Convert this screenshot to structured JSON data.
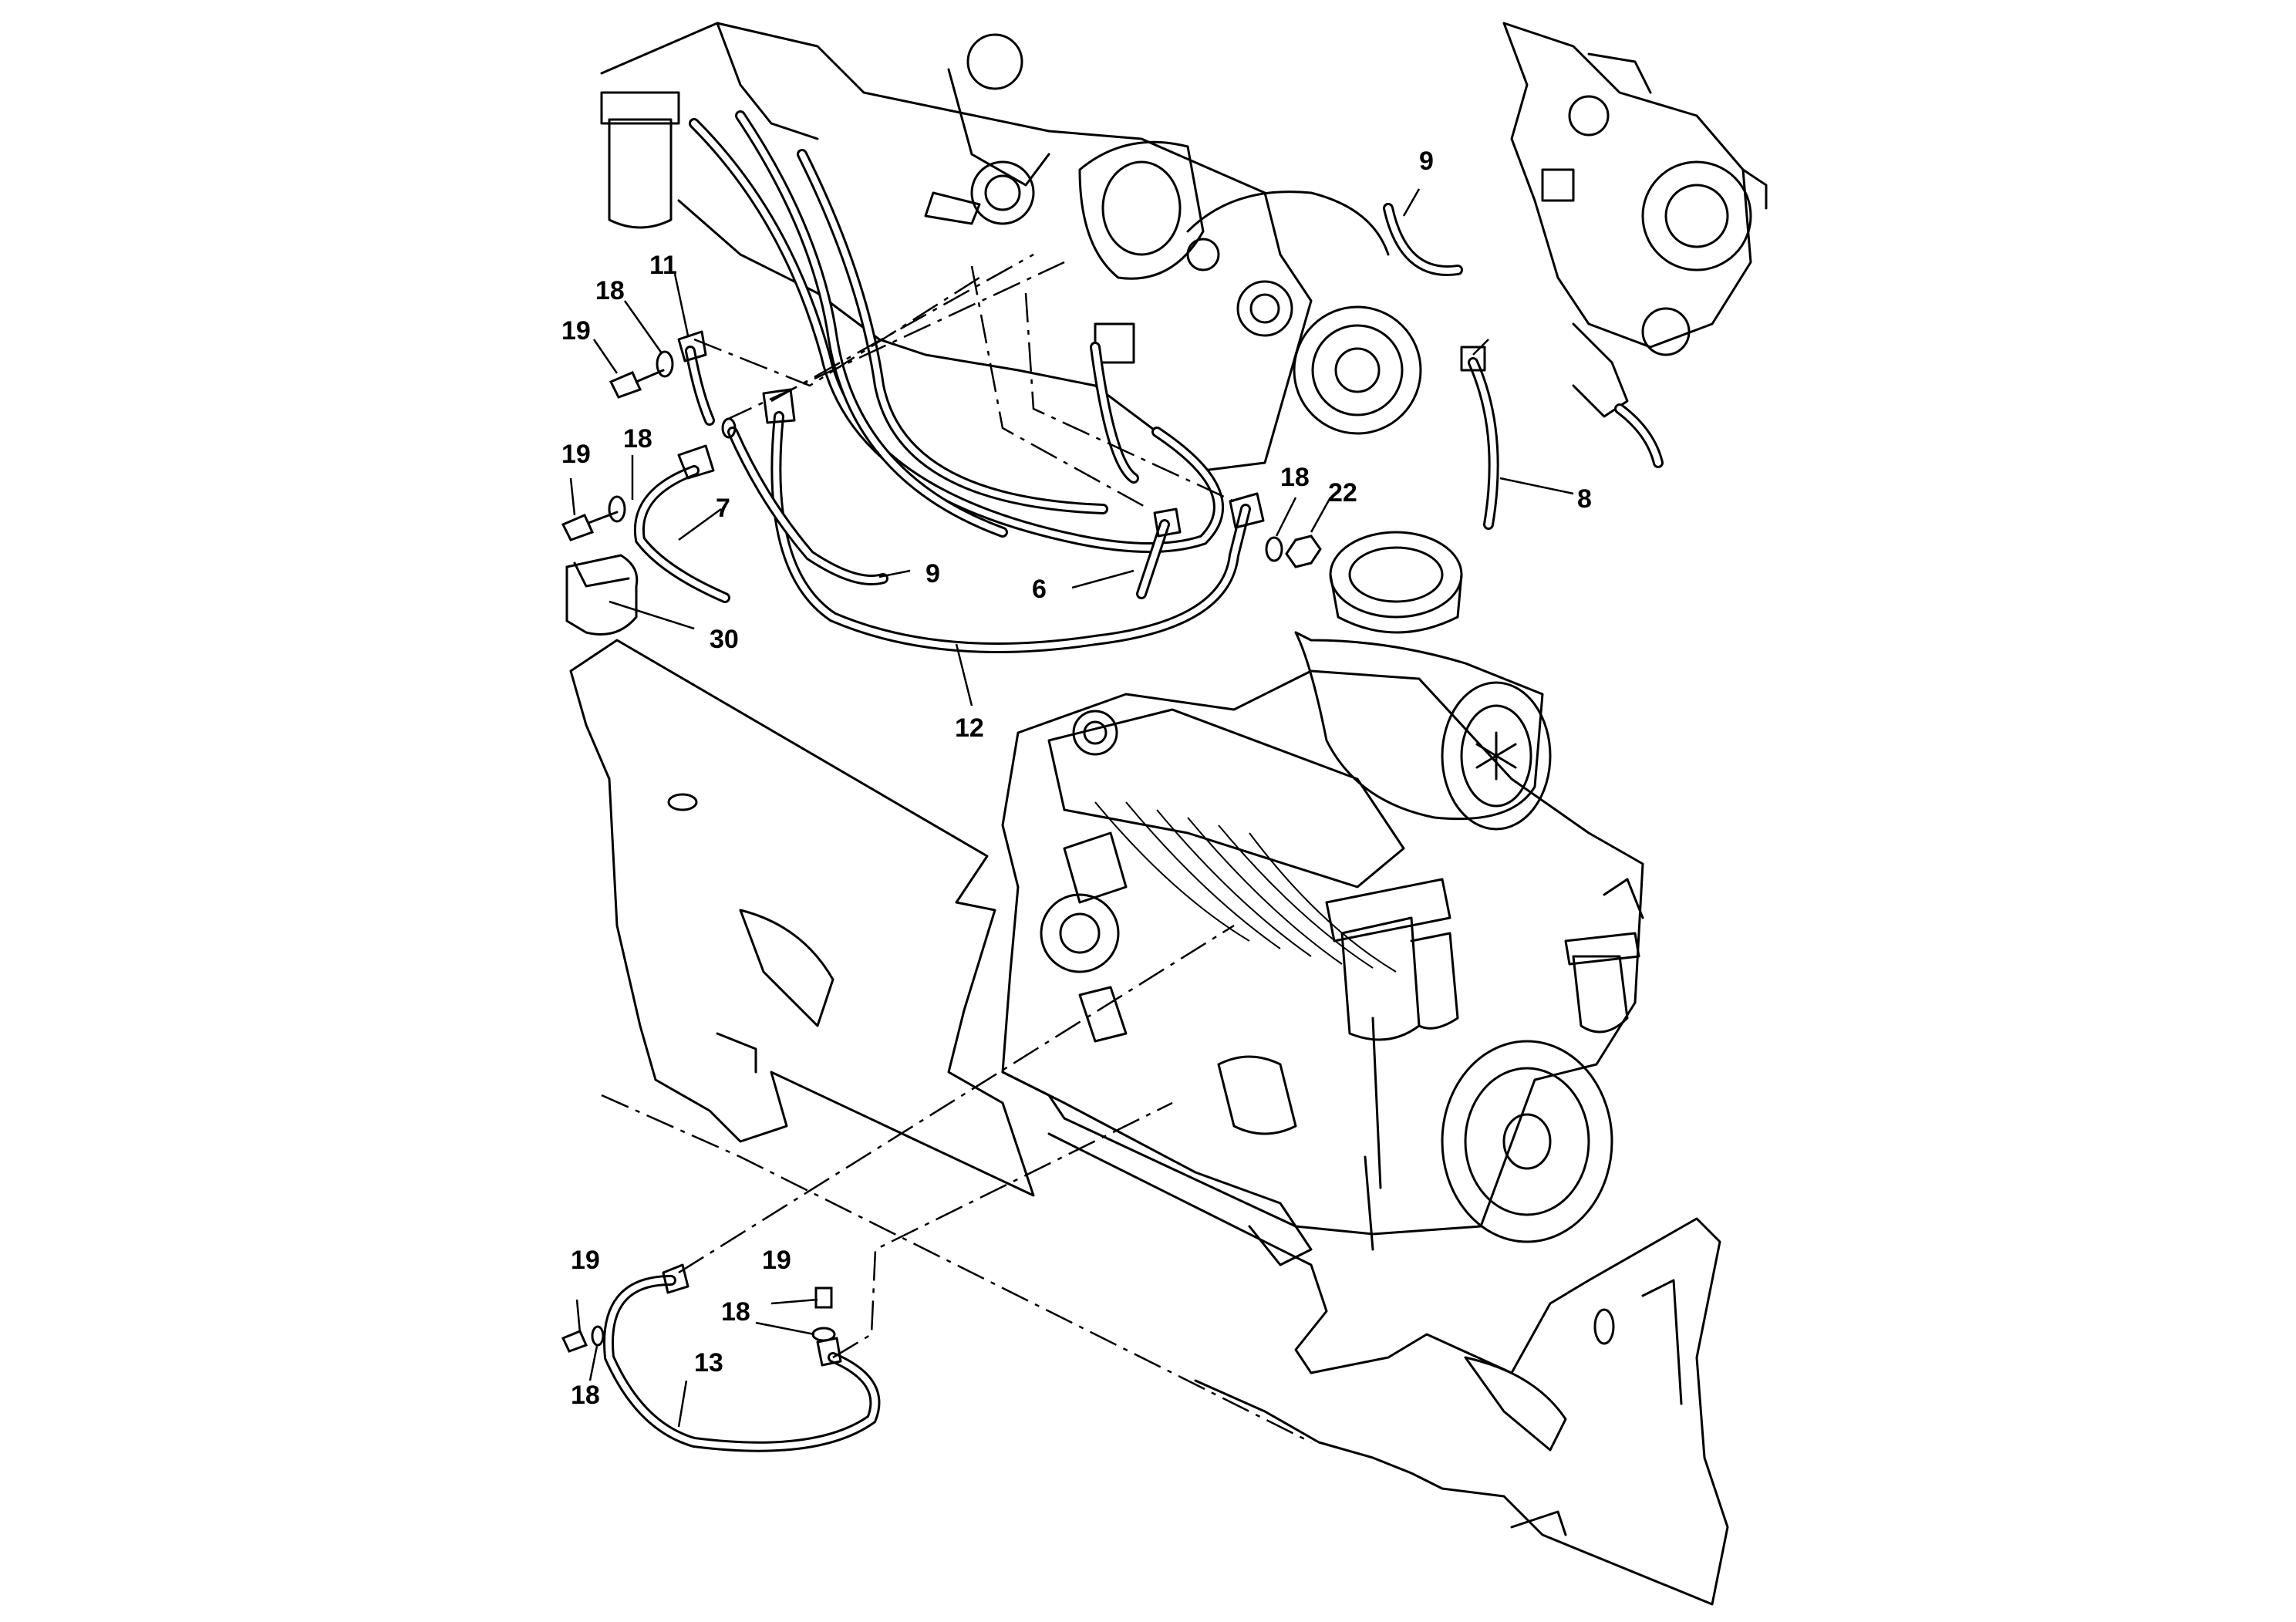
{
  "callouts": {
    "c9_top": "9",
    "c11": "11",
    "c18_a": "18",
    "c19_a": "19",
    "c19_b": "19",
    "c18_b": "18",
    "c7": "7",
    "c30": "30",
    "c9_mid": "9",
    "c6": "6",
    "c18_c": "18",
    "c22": "22",
    "c8": "8",
    "c12": "12",
    "c19_c": "19",
    "c19_d": "19",
    "c18_d": "18",
    "c18_e": "18",
    "c13": "13"
  }
}
